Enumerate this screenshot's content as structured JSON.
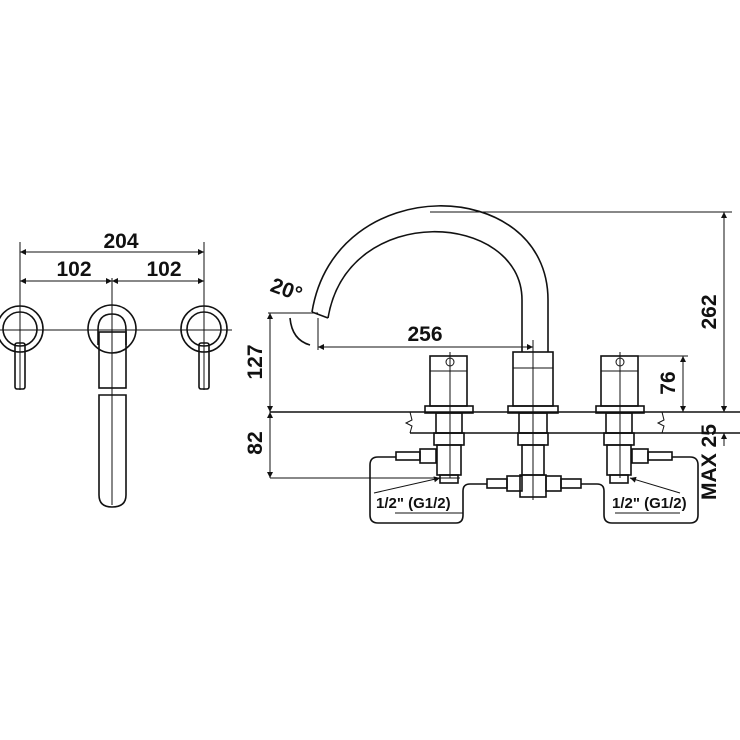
{
  "top_view": {
    "dim_total": "204",
    "dim_left": "102",
    "dim_right": "102"
  },
  "side_view": {
    "angle": "20°",
    "spout_reach": "256",
    "spout_height": "127",
    "below_deck": "82",
    "handle_height": "76",
    "total_height": "262",
    "deck_thickness": "MAX 25",
    "connection_left": "1/2\" (G1/2)",
    "connection_right": "1/2\" (G1/2)"
  },
  "colors": {
    "line": "#111111",
    "background": "#ffffff"
  }
}
